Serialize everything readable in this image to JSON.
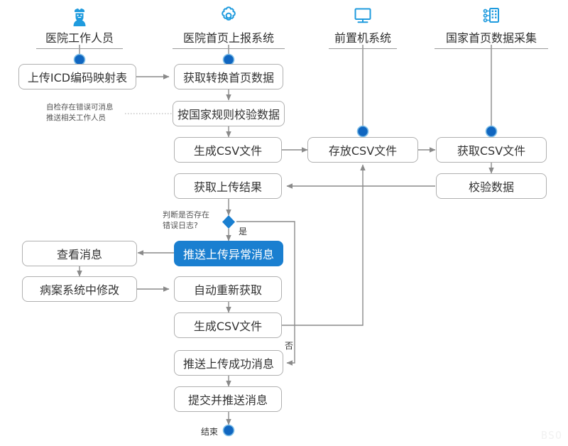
{
  "meta": {
    "watermark": "BSO",
    "accent_color": "#1a7fd0",
    "node_border_color": "#b0b0b0",
    "connector_color": "#8a8a8a",
    "icon_color": "#1f9bde"
  },
  "lanes": [
    {
      "id": "lane-hospital-staff",
      "title": "医院工作人员",
      "icon": "nurse-icon"
    },
    {
      "id": "lane-report-system",
      "title": "医院首页上报系统",
      "icon": "gear-icon"
    },
    {
      "id": "lane-front-end",
      "title": "前置机系统",
      "icon": "monitor-icon"
    },
    {
      "id": "lane-national",
      "title": "国家首页数据采集",
      "icon": "server-rack-icon"
    }
  ],
  "nodes": [
    {
      "id": "upload-icd-map",
      "label": "上传ICD编码映射表",
      "lane": 0,
      "style": "plain"
    },
    {
      "id": "fetch-convert-data",
      "label": "获取转换首页数据",
      "lane": 1,
      "style": "plain"
    },
    {
      "id": "validate-by-rules",
      "label": "按国家规则校验数据",
      "lane": 1,
      "style": "plain"
    },
    {
      "id": "generate-csv-1",
      "label": "生成CSV文件",
      "lane": 1,
      "style": "plain"
    },
    {
      "id": "store-csv",
      "label": "存放CSV文件",
      "lane": 2,
      "style": "plain"
    },
    {
      "id": "fetch-csv",
      "label": "获取CSV文件",
      "lane": 3,
      "style": "plain"
    },
    {
      "id": "validate-data",
      "label": "校验数据",
      "lane": 3,
      "style": "plain"
    },
    {
      "id": "get-upload-result",
      "label": "获取上传结果",
      "lane": 1,
      "style": "plain"
    },
    {
      "id": "push-error-message",
      "label": "推送上传异常消息",
      "lane": 1,
      "style": "accent"
    },
    {
      "id": "view-message",
      "label": "查看消息",
      "lane": 0,
      "style": "plain"
    },
    {
      "id": "fix-in-record-system",
      "label": "病案系统中修改",
      "lane": 0,
      "style": "plain"
    },
    {
      "id": "auto-refetch",
      "label": "自动重新获取",
      "lane": 1,
      "style": "plain"
    },
    {
      "id": "generate-csv-2",
      "label": "生成CSV文件",
      "lane": 1,
      "style": "plain"
    },
    {
      "id": "push-success-message",
      "label": "推送上传成功消息",
      "lane": 1,
      "style": "plain"
    },
    {
      "id": "submit-and-push",
      "label": "提交并推送消息",
      "lane": 1,
      "style": "plain"
    }
  ],
  "annotations": {
    "self_check_note_line1": "自检存在错误可消息",
    "self_check_note_line2": "推送相关工作人员",
    "decision_note_line1": "判断是否存在",
    "decision_note_line2": "错误日志?",
    "edge_label_yes": "是",
    "edge_label_no": "否",
    "end_label": "结束"
  }
}
